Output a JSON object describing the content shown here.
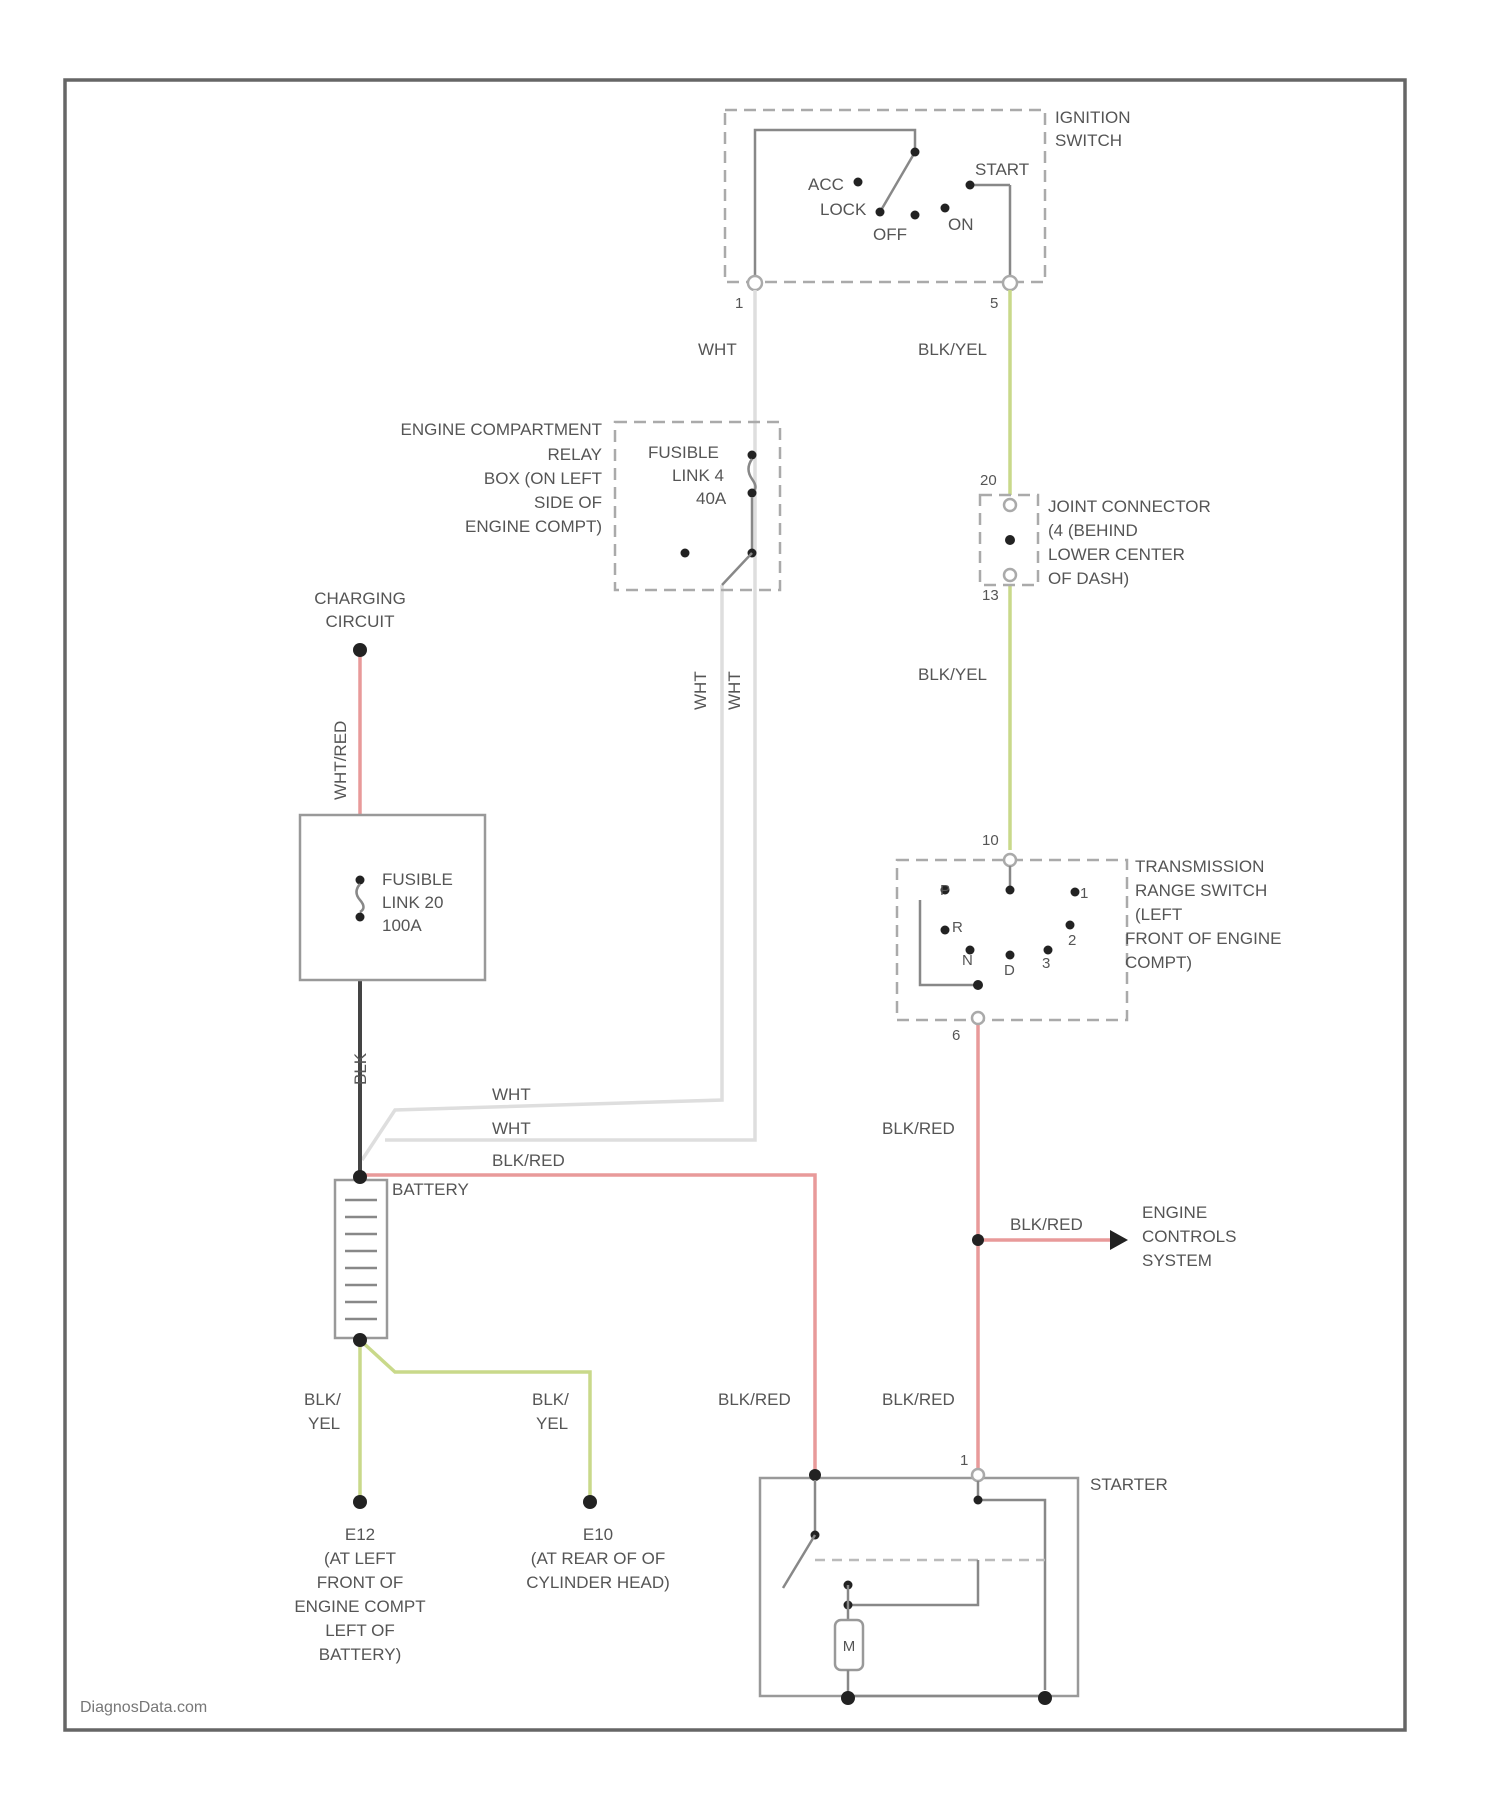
{
  "watermark": "DiagnosData.com",
  "components": {
    "ignition_switch": {
      "label": [
        "IGNITION",
        "SWITCH"
      ],
      "positions": [
        "ACC",
        "LOCK",
        "OFF",
        "ON",
        "START"
      ],
      "pin_left": "1",
      "pin_right": "5"
    },
    "relay": {
      "label": [
        "ENGINE COMPARTMENT",
        "RELAY",
        "BOX (ON LEFT",
        "SIDE OF",
        "ENGINE COMPT)"
      ],
      "fuse": [
        "FUSIBLE",
        "LINK 4",
        "40A"
      ]
    },
    "joint_connector": {
      "label": [
        "JOINT CONNECTOR",
        "(4 (BEHIND",
        "LOWER CENTER",
        "OF DASH)"
      ],
      "pin_top": "20",
      "pin_bottom": "13"
    },
    "charging": {
      "label": [
        "CHARGING",
        "CIRCUIT"
      ]
    },
    "fusible_link": {
      "label": [
        "FUSIBLE",
        "LINK 20",
        "100A"
      ]
    },
    "battery": {
      "label": "BATTERY"
    },
    "trs": {
      "label": [
        "TRANSMISSION",
        "RANGE SWITCH",
        "(LEFT",
        "FRONT OF ENGINE",
        "COMPT)"
      ],
      "pin_top": "10",
      "pin_bottom": "6",
      "positions": [
        "P",
        "R",
        "N",
        "D",
        "3",
        "2",
        "1"
      ]
    },
    "engine_controls": {
      "label": [
        "ENGINE",
        "CONTROLS",
        "SYSTEM"
      ]
    },
    "starter": {
      "label": "STARTER",
      "pin": "1",
      "motor": "M"
    },
    "ground_e12": {
      "label": [
        "E12",
        "(AT LEFT",
        "FRONT OF",
        "ENGINE COMPT",
        "LEFT OF",
        "BATTERY)"
      ]
    },
    "ground_e10": {
      "label": [
        "E10",
        "(AT REAR OF OF",
        "CYLINDER HEAD)"
      ]
    }
  },
  "wires": {
    "ign_to_relay": "WHT",
    "ign_to_joint": "BLK/YEL",
    "joint_to_trs": "BLK/YEL",
    "relay_down_a": "WHT",
    "relay_down_b": "WHT",
    "charging": "WHT/RED",
    "fl_to_batt": "BLK",
    "batt_wht_1": "WHT",
    "batt_wht_2": "WHT",
    "batt_blkred": "BLK/RED",
    "trs_to_starter": "BLK/RED",
    "to_engine_controls": "BLK/RED",
    "starter_left": "BLK/RED",
    "starter_right": "BLK/RED",
    "ground_left": [
      "BLK/",
      "YEL"
    ],
    "ground_right": [
      "BLK/",
      "YEL"
    ]
  }
}
